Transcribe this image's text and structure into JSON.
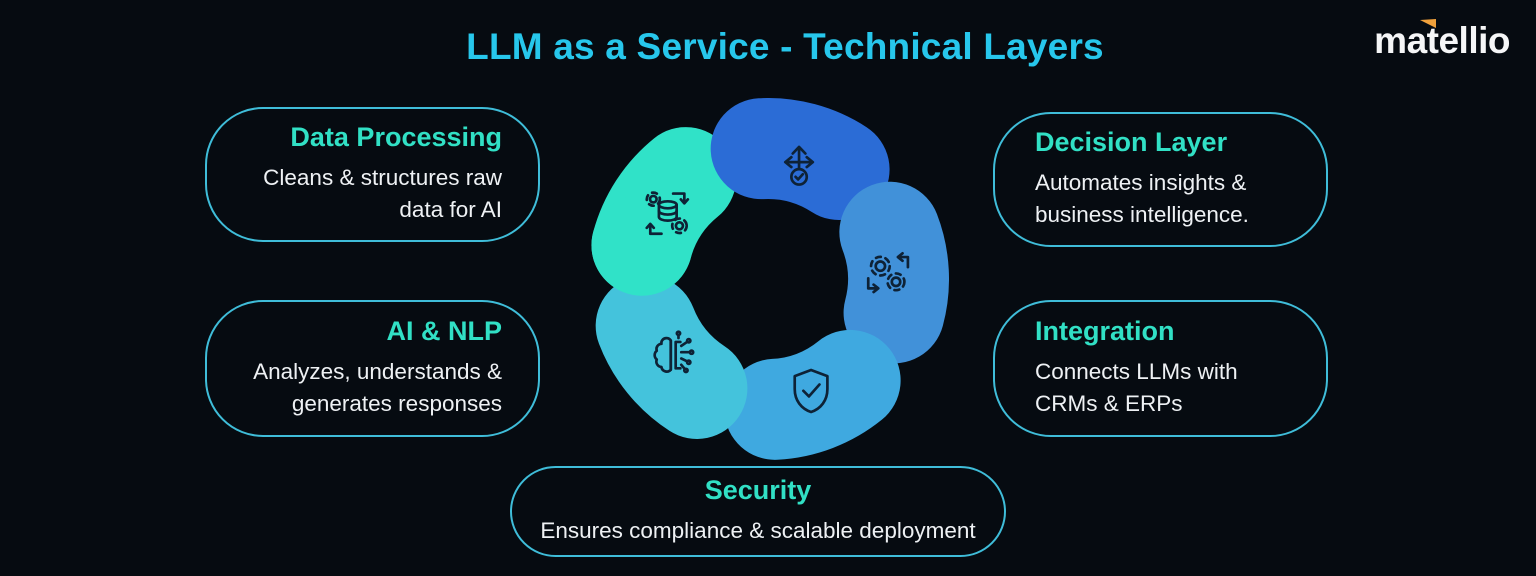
{
  "header": {
    "title": "LLM as a Service - Technical Layers",
    "logo_text": "matellio"
  },
  "cards": [
    {
      "id": "data-processing",
      "title": "Data Processing",
      "description": "Cleans & structures raw data for AI"
    },
    {
      "id": "ai-nlp",
      "title": "AI & NLP",
      "description": "Analyzes, understands & generates responses"
    },
    {
      "id": "decision-layer",
      "title": "Decision Layer",
      "description": "Automates insights & business intelligence."
    },
    {
      "id": "integration",
      "title": "Integration",
      "description": "Connects LLMs with CRMs & ERPs"
    },
    {
      "id": "security",
      "title": "Security",
      "description": "Ensures compliance & scalable deployment"
    }
  ],
  "diagram": {
    "description": "Five-segment circular cycle, one segment per technical layer",
    "icon_stroke": "#0e2236",
    "segments": [
      {
        "name": "data-processing",
        "icon": "database-gears-icon",
        "color": "#30e2c8"
      },
      {
        "name": "decision-layer",
        "icon": "branch-arrows-check-icon",
        "color": "#2b6cd6"
      },
      {
        "name": "integration",
        "icon": "gears-sync-arrows-icon",
        "color": "#4191d9"
      },
      {
        "name": "security",
        "icon": "shield-check-icon",
        "color": "#3fa9e0"
      },
      {
        "name": "ai-nlp",
        "icon": "brain-circuit-icon",
        "color": "#44c3dc"
      }
    ]
  },
  "colors": {
    "background": "#060b11",
    "title": "#27c7ec",
    "card_border": "#3fbdd9",
    "card_heading": "#31e0c5",
    "body_text": "#eef1f4",
    "logo_text": "#f5f6f7",
    "logo_accent": "#f0a13c"
  }
}
